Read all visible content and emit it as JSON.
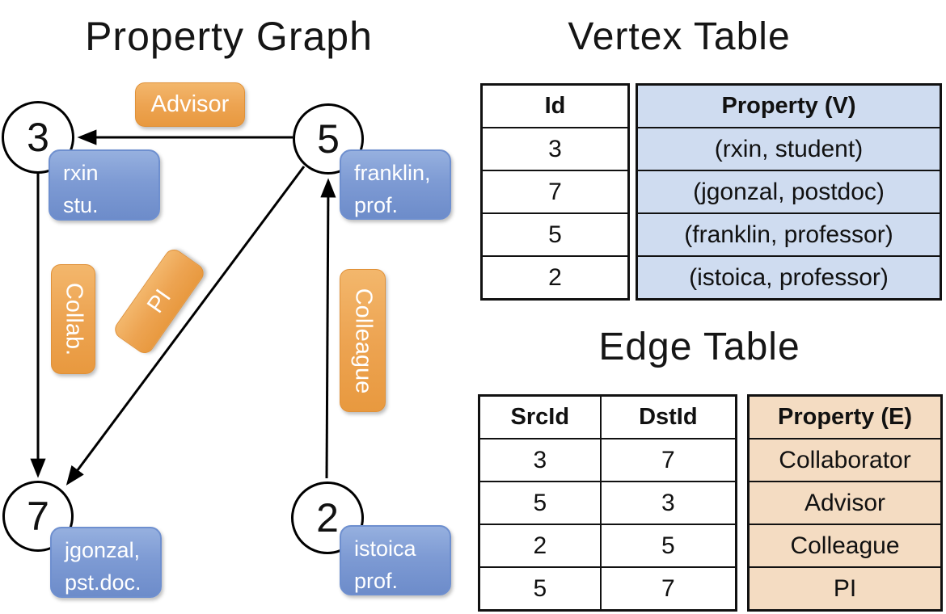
{
  "colors": {
    "accent_orange": "#eda452",
    "accent_blue": "#7e9bd4",
    "vertex_cell_bg": "#cfdcf0",
    "edge_cell_bg": "#f4dcc2",
    "line_black": "#000000"
  },
  "graph": {
    "title": "Property Graph",
    "nodes": [
      {
        "id": "3",
        "lines": [
          "rxin",
          "stu."
        ]
      },
      {
        "id": "5",
        "lines": [
          "franklin,",
          "prof."
        ]
      },
      {
        "id": "7",
        "lines": [
          "jgonzal,",
          "pst.doc."
        ]
      },
      {
        "id": "2",
        "lines": [
          "istoica",
          "prof."
        ]
      }
    ],
    "edge_labels": {
      "advisor": "Advisor",
      "collab": "Collab.",
      "pi": "PI",
      "colleague": "Colleague"
    }
  },
  "vertex_table": {
    "title": "Vertex Table",
    "columns": [
      "Id",
      "Property (V)"
    ],
    "rows": [
      {
        "id": "3",
        "property": "(rxin, student)"
      },
      {
        "id": "7",
        "property": "(jgonzal, postdoc)"
      },
      {
        "id": "5",
        "property": "(franklin, professor)"
      },
      {
        "id": "2",
        "property": "(istoica, professor)"
      }
    ]
  },
  "edge_table": {
    "title": "Edge Table",
    "columns": [
      "SrcId",
      "DstId",
      "Property (E)"
    ],
    "rows": [
      {
        "src": "3",
        "dst": "7",
        "property": "Collaborator"
      },
      {
        "src": "5",
        "dst": "3",
        "property": "Advisor"
      },
      {
        "src": "2",
        "dst": "5",
        "property": "Colleague"
      },
      {
        "src": "5",
        "dst": "7",
        "property": "PI"
      }
    ]
  }
}
